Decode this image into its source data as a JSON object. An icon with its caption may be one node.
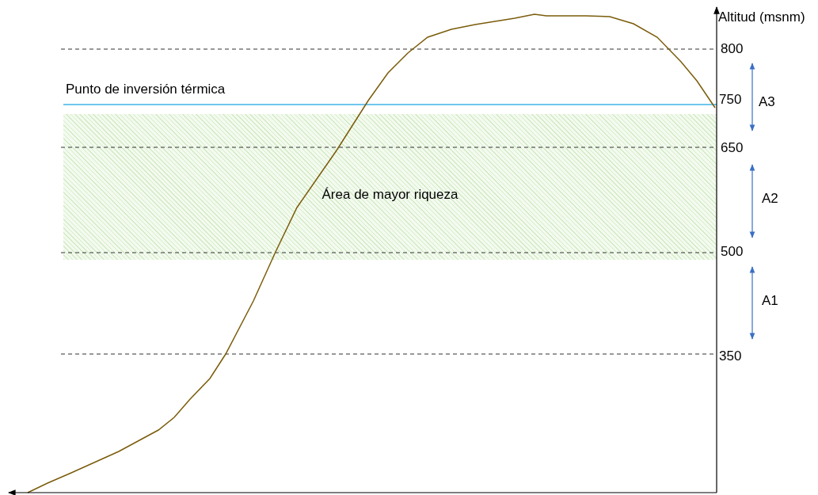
{
  "diagram": {
    "nodes": [
      {
        "text": [
          "Área de mayor riqueza"
        ]
      }
    ],
    "labels": [
      "Altitud (msnm)",
      "800",
      "Punto de inversión térmica",
      "750",
      "A3",
      "650",
      "A2",
      "500",
      "A1",
      "350"
    ]
  }
}
